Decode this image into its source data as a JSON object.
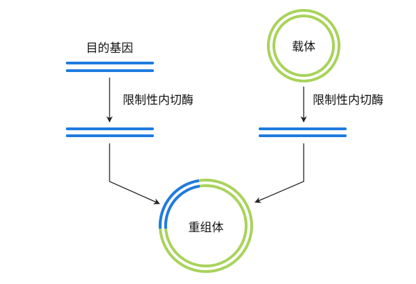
{
  "labels": {
    "target_gene": "目的基因",
    "vector": "载体",
    "enzyme_left": "限制性内切酶",
    "enzyme_right": "限制性内切酶",
    "recombinant": "重组体"
  },
  "colors": {
    "dna_blue": "#1f7be0",
    "ring_green": "#a8d35a",
    "arrow": "#222222",
    "text": "#111111"
  }
}
